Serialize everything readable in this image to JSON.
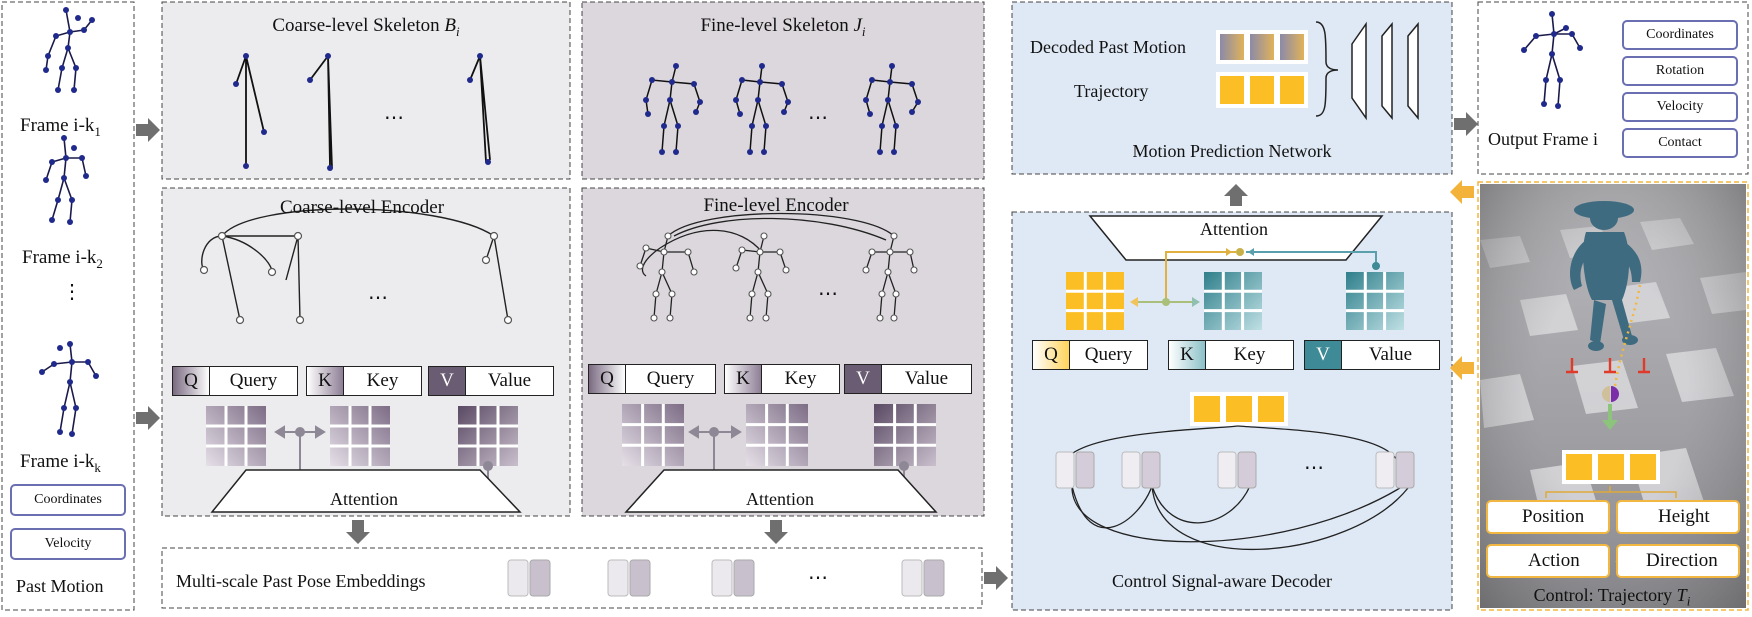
{
  "past_motion": {
    "frames": [
      "Frame i-k",
      "Frame i-k",
      "Frame i-k"
    ],
    "frame_subs": [
      "1",
      "2",
      "k"
    ],
    "ellipsis": "⋮",
    "features": [
      "Coordinates",
      "Velocity"
    ],
    "title": "Past Motion"
  },
  "coarse_skeleton": {
    "title": "Coarse-level Skeleton ",
    "symbol": "B",
    "sub": "i",
    "ellipsis": "⋯"
  },
  "fine_skeleton": {
    "title": "Fine-level Skeleton ",
    "symbol": "J",
    "sub": "i",
    "ellipsis": "⋯"
  },
  "coarse_encoder": {
    "title": "Coarse-level Encoder",
    "ellipsis": "⋯",
    "attention": "Attention",
    "qkv": [
      {
        "key": "Q",
        "label": "Query"
      },
      {
        "key": "K",
        "label": "Key"
      },
      {
        "key": "V",
        "label": "Value"
      }
    ]
  },
  "fine_encoder": {
    "title": "Fine-level Encoder",
    "ellipsis": "⋯",
    "attention": "Attention",
    "qkv": [
      {
        "key": "Q",
        "label": "Query"
      },
      {
        "key": "K",
        "label": "Key"
      },
      {
        "key": "V",
        "label": "Value"
      }
    ]
  },
  "embeddings": {
    "title": "Multi-scale Past Pose Embeddings",
    "ellipsis": "⋯"
  },
  "prediction": {
    "decoded": "Decoded Past Motion",
    "trajectory": "Trajectory",
    "title": "Motion Prediction Network"
  },
  "decoder": {
    "attention": "Attention",
    "title": "Control Signal-aware Decoder",
    "ellipsis": "⋯",
    "qkv": [
      {
        "key": "Q",
        "label": "Query"
      },
      {
        "key": "K",
        "label": "Key"
      },
      {
        "key": "V",
        "label": "Value"
      }
    ]
  },
  "output": {
    "title": "Output Frame i",
    "features": [
      "Coordinates",
      "Rotation",
      "Velocity",
      "Contact"
    ]
  },
  "control": {
    "items": [
      "Position",
      "Height",
      "Action",
      "Direction"
    ],
    "title": "Control: Trajectory ",
    "symbol": "T",
    "sub": "i"
  },
  "colors": {
    "blue_panel": "#dfe9f5",
    "grey_panel": "#ececee",
    "dark_panel": "#dbd7dc",
    "yellow": "#fbbf25",
    "purple": "#6a5c73",
    "teal": "#3e8a96",
    "skeleton_blue": "#1f2a8c"
  }
}
